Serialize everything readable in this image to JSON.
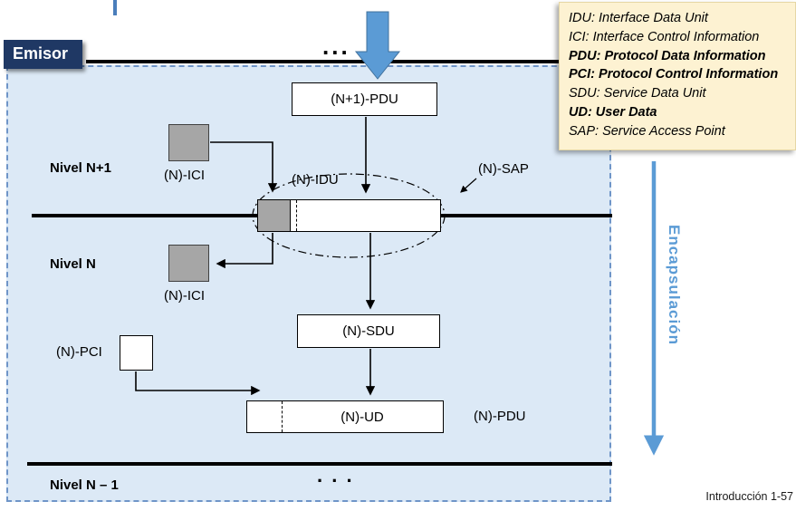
{
  "header": {
    "emitter_label": "Emisor",
    "footer": "Introducción 1-57"
  },
  "legend": {
    "items": [
      {
        "text": "IDU: Interface Data Unit",
        "bold": false
      },
      {
        "text": "ICI: Interface Control Information",
        "bold": false
      },
      {
        "text": "PDU: Protocol Data Information",
        "bold": true
      },
      {
        "text": "PCI: Protocol Control Information",
        "bold": true
      },
      {
        "text": "SDU: Service Data Unit",
        "bold": false
      },
      {
        "text": "UD: User Data",
        "bold": true
      },
      {
        "text": "SAP: Service Access Point",
        "bold": false
      }
    ]
  },
  "diagram": {
    "levels": {
      "top": "Nivel N+1",
      "middle": "Nivel N",
      "bottom": "Nivel N – 1"
    },
    "boxes": {
      "n1_pdu": "(N+1)-PDU",
      "n_sdu": "(N)-SDU",
      "n_ud": "(N)-UD"
    },
    "labels": {
      "n_idu": "(N)-IDU",
      "n_sap": "(N)-SAP",
      "n_ici_upper": "(N)-ICI",
      "n_ici_lower": "(N)-ICI",
      "n_pci": "(N)-PCI",
      "n_pdu": "(N)-PDU",
      "encapsulation": "Encapsulación",
      "dots_top": "...",
      "dots_bottom": ". . ."
    }
  },
  "colors": {
    "panel_fill": "#dce9f6",
    "panel_border": "#6f95c8",
    "emitter_bg": "#1f3864",
    "gray_box": "#a6a6a6",
    "arrow_blue": "#5b9bd5",
    "legend_bg": "#fdf2d2"
  }
}
